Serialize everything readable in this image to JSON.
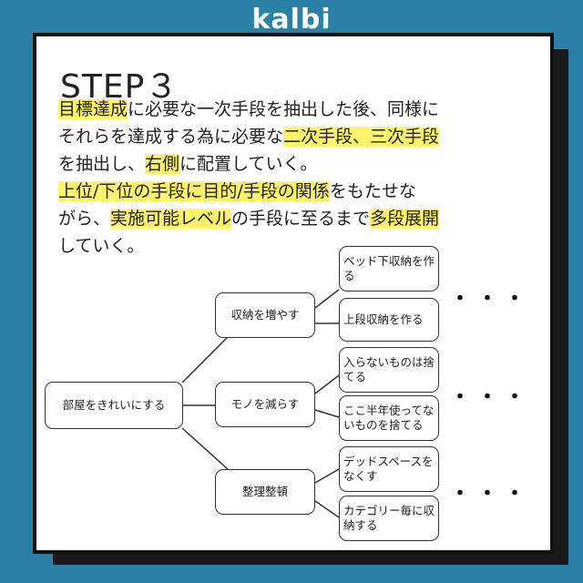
{
  "brand": "kalbi",
  "step_title": "STEP３",
  "paragraph": {
    "line1": [
      {
        "text": "目標達成",
        "hl": true
      },
      {
        "text": "に必要な一次手段を抽出した後、同様に",
        "hl": false
      }
    ],
    "line2": [
      {
        "text": "それらを達成する為に必要な",
        "hl": false
      },
      {
        "text": "二次手段、三次手段",
        "hl": true
      }
    ],
    "line3": [
      {
        "text": "を抽出し、",
        "hl": false
      },
      {
        "text": "右側",
        "hl": true
      },
      {
        "text": "に配置していく。",
        "hl": false
      }
    ],
    "line4": [
      {
        "text": "上位/下位の手段に目的/手段の関係",
        "hl": true
      },
      {
        "text": "をもたせな",
        "hl": false
      }
    ],
    "line5": [
      {
        "text": "がら、",
        "hl": false
      },
      {
        "text": "実施可能レベル",
        "hl": true
      },
      {
        "text": "の手段に至るまで",
        "hl": false
      },
      {
        "text": "多段展開",
        "hl": true
      }
    ],
    "line6": [
      {
        "text": "していく。",
        "hl": false
      }
    ]
  },
  "tree": {
    "root": "部屋をきれいにする",
    "level1": [
      "収納を増やす",
      "モノを減らす",
      "整理整頓"
    ],
    "level2": [
      "ベッド下収納を作る",
      "上段収納を作る",
      "入らないものは捨てる",
      "ここ半年使ってないものを捨てる",
      "デッドスペースをなくす",
      "カテゴリー毎に収納する"
    ],
    "ellipsis": "・・・"
  },
  "colors": {
    "background": "#2a80a6",
    "highlight": "#fff36b",
    "card": "#ffffff",
    "border": "#111111"
  }
}
